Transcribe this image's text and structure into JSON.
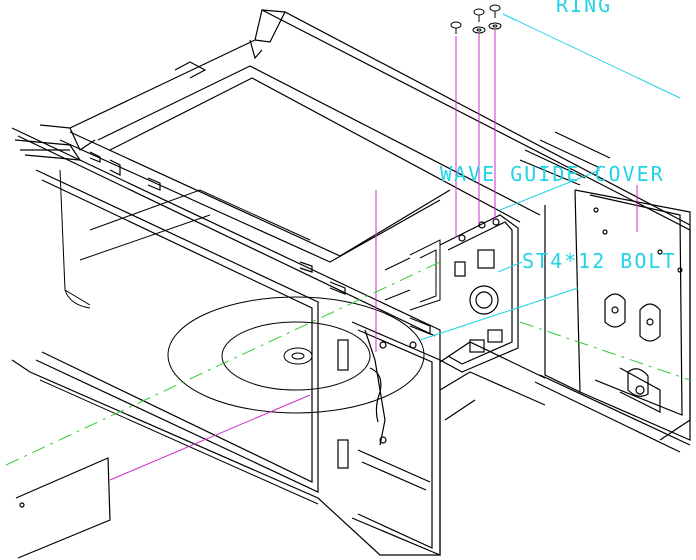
{
  "callouts": {
    "ring": "RING",
    "wave_guide_cover": "WAVE GUIDE COVER",
    "bolt": "ST4*12 BOLT"
  },
  "colors": {
    "outline": "#000000",
    "callout_text": "#22d3e6",
    "callout_leader": "#22d3e6",
    "assembly_axis": "#cc2ccc",
    "centerline": "#33cc33"
  }
}
